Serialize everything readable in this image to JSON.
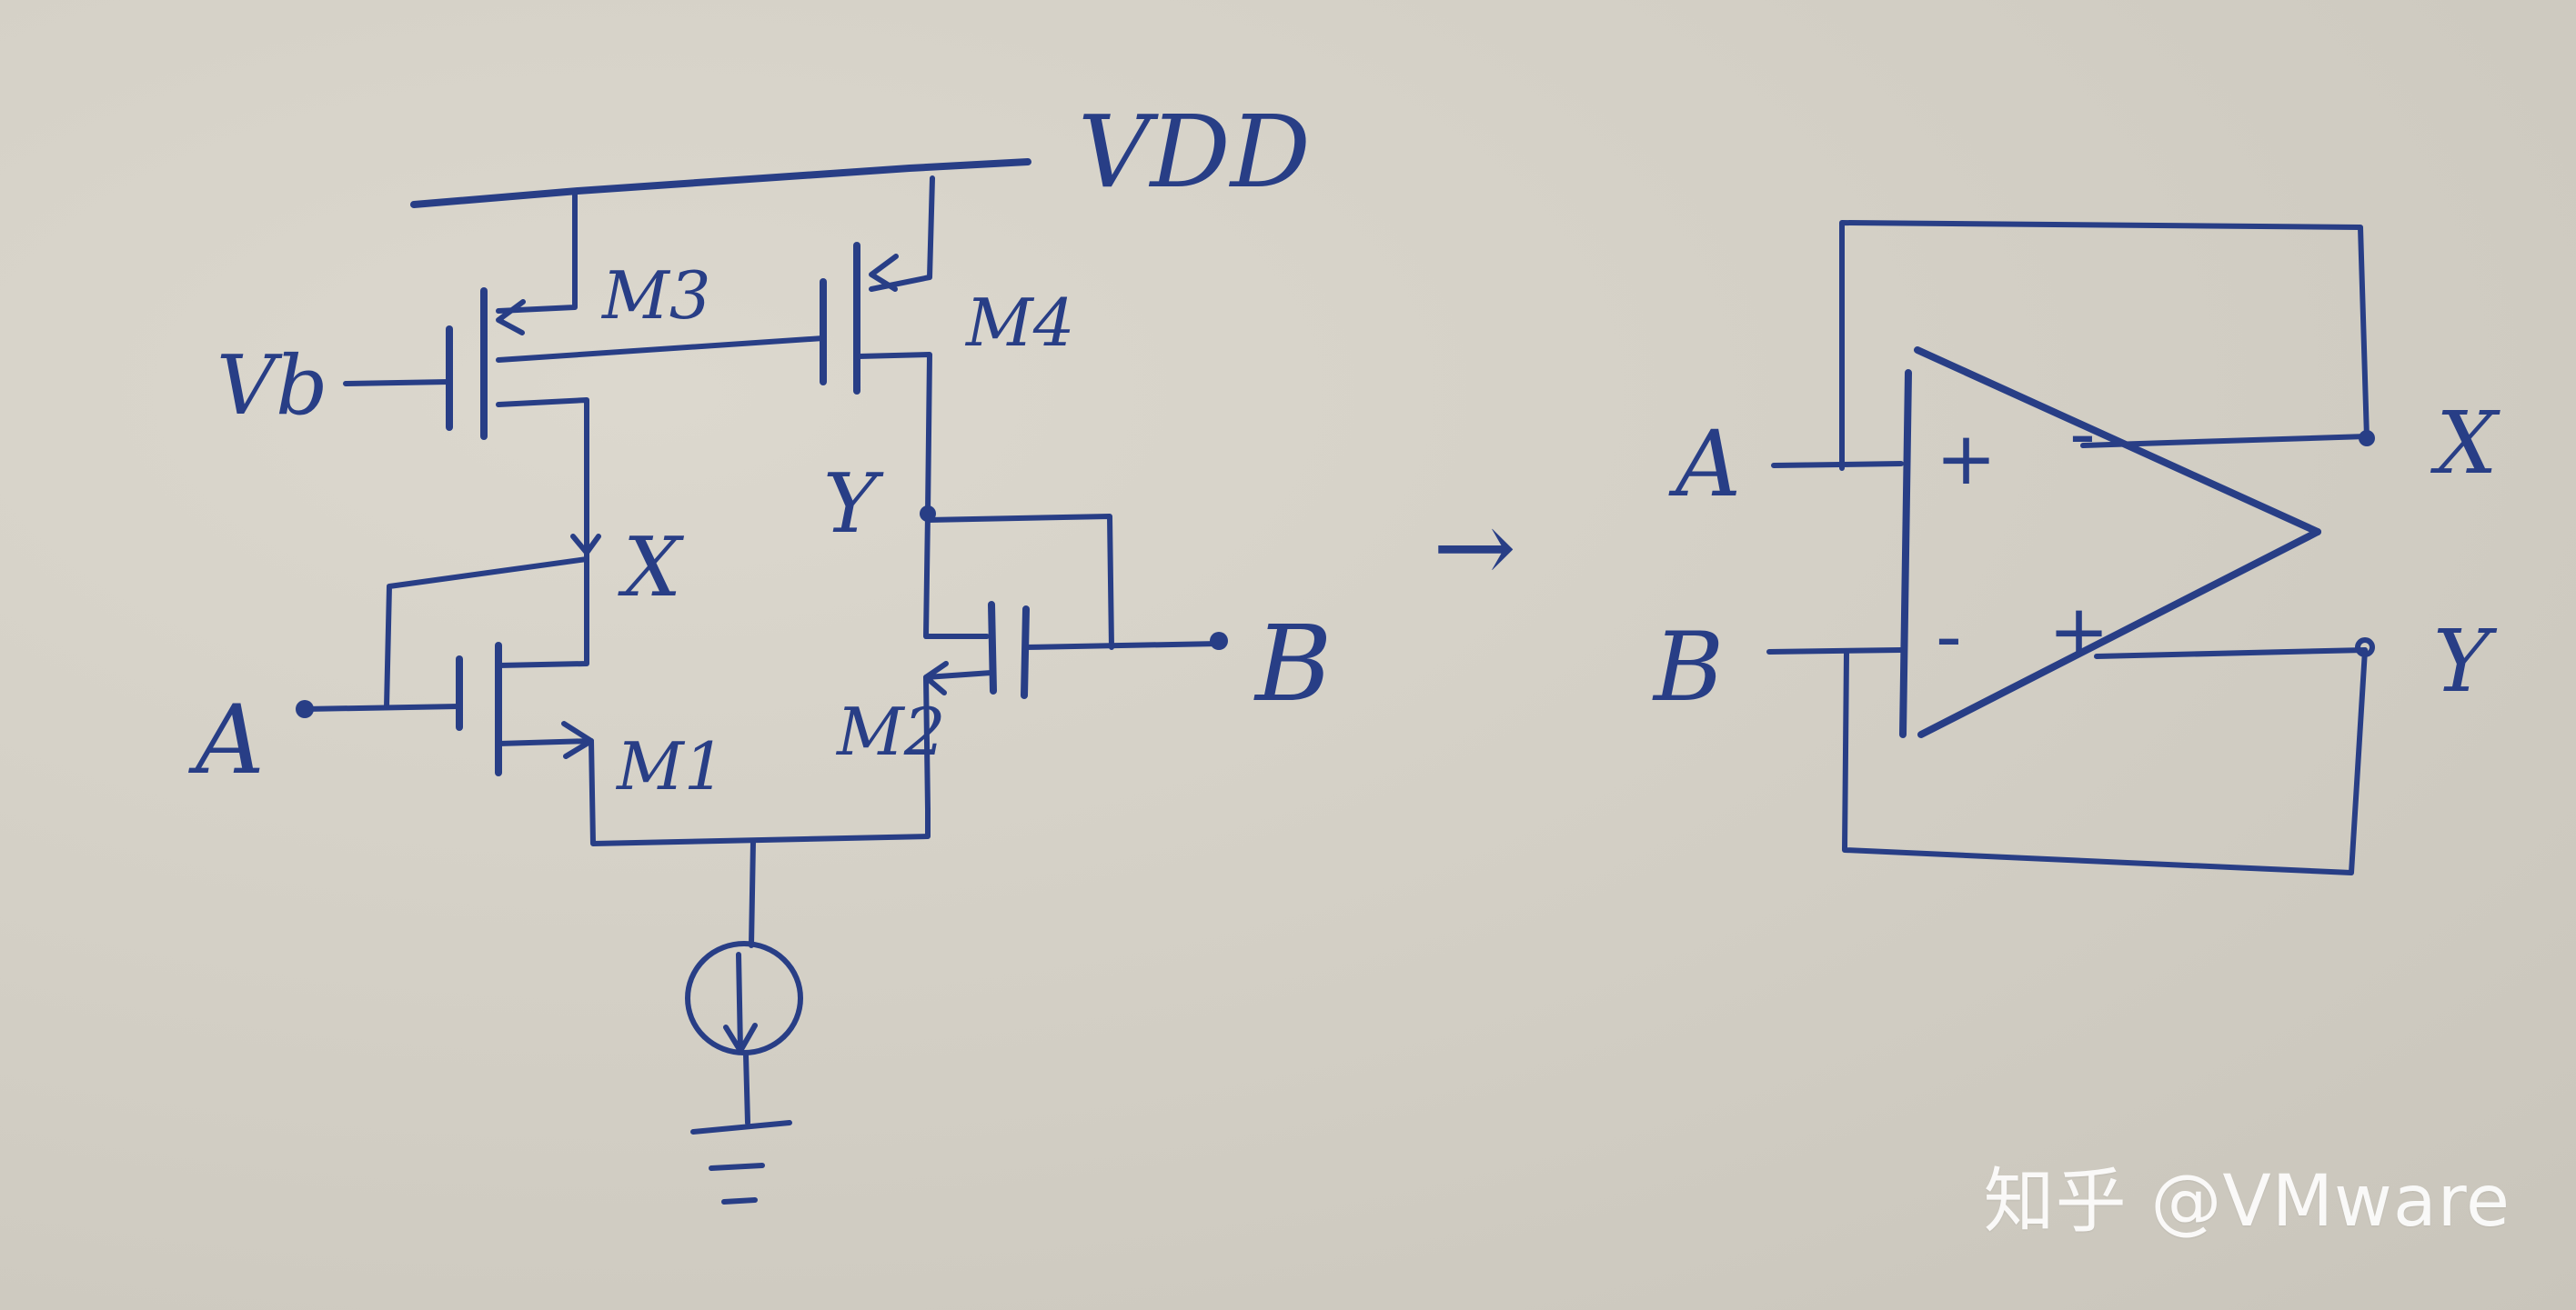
{
  "left_circuit": {
    "vdd_label": "VDD",
    "vb_label": "Vb",
    "m1_label": "M1",
    "m2_label": "M2",
    "m3_label": "M3",
    "m4_label": "M4",
    "node_x_label": "X",
    "node_y_label": "Y",
    "input_a_label": "A",
    "input_b_label": "B"
  },
  "arrow": "→",
  "right_diagram": {
    "input_a_label": "A",
    "input_b_label": "B",
    "output_x_label": "X",
    "output_y_label": "Y",
    "in_plus": "+",
    "in_minus": "-",
    "out_minus": "-",
    "out_plus": "+"
  },
  "watermark": "知乎 @VMware",
  "colors": {
    "ink": "#283e86",
    "paper": "#d4d0c6"
  }
}
